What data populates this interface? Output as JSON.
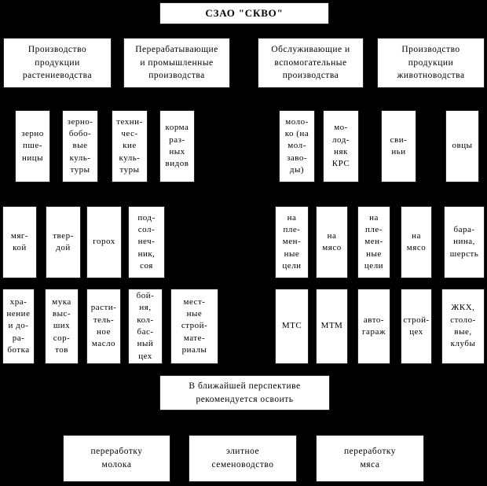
{
  "org": {
    "root": "СЗАО \"СКВО\"",
    "level1": {
      "crop": "Производство\nпродукции\nрастениеводства",
      "processing": "Перерабатывающие\nи промышленные\nпроизводства",
      "service": "Обслуживающие и\nвспомогательные\nпроизводства",
      "livestock": "Производство\nпродукции\nживотноводства"
    },
    "level2": {
      "grain_wheat": "зерно\nпше-\nницы",
      "legumes": "зерно-\nбобо-\nвые\nкуль-\nтуры",
      "industrial_crops": "техни-\nчес-\nкие\nкуль-\nтуры",
      "feeds": "корма\nраз-\nных\nвидов",
      "milk": "моло-\nко (на\nмол-\nзаво-\nды)",
      "young_cattle": "мо-\nлод-\nняк\nКРС",
      "pigs": "сви-\nньи",
      "sheep": "овцы"
    },
    "level3": {
      "soft_wheat": "мяг-\nкой",
      "durum_wheat": "твер-\nдой",
      "peas": "горох",
      "sunflower_soy": "под-\nсол-\nнеч-\nник,\nсоя",
      "breeding_cattle": "на\nпле-\nмен-\nные\nцели",
      "meat_cattle": "на\nмясо",
      "breeding_pigs": "на\nпле-\nмен-\nные\nцели",
      "meat_pigs": "на\nмясо",
      "mutton_wool": "бара-\nнина,\nшерсть"
    },
    "level4": {
      "storage": "хра-\nнение\nи до-\nра-\nботка",
      "flour": "мука\nвыс-\nших\nсор-\nтов",
      "vegetable_oil": "расти-\nтель-\nное\nмасло",
      "slaughterhouse": "бой-\nня,\nкол-\nбас-\nный\nцех",
      "building_materials": "мест-\nные\nстрой-\nмате-\nриалы",
      "mts": "МТС",
      "mtm": "МТМ",
      "garage": "авто-\nгараж",
      "construction_shop": "строй-\nцех",
      "housing": "ЖКХ,\nстоло-\nвые,\nклубы"
    },
    "future": {
      "note": "В ближайшей перспективе\nрекомендуется освоить",
      "milk_processing": "переработку\nмолока",
      "elite_seed": "элитное\nсеменоводство",
      "meat_processing": "переработку\nмяса"
    }
  }
}
